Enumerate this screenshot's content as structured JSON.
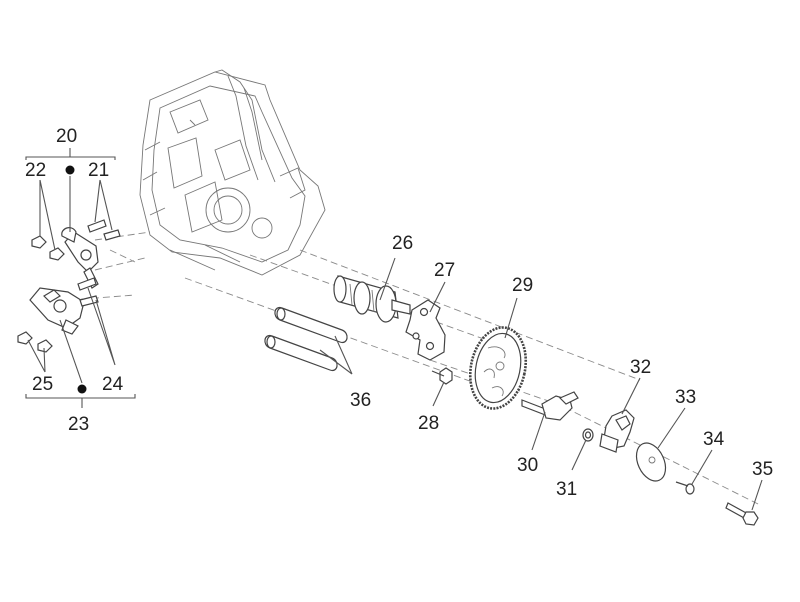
{
  "diagram": {
    "callouts": {
      "p20": "20",
      "p21": "21",
      "p22": "22",
      "p23": "23",
      "p24": "24",
      "p25": "25",
      "p26": "26",
      "p27": "27",
      "p28": "28",
      "p29": "29",
      "p30": "30",
      "p31": "31",
      "p32": "32",
      "p33": "33",
      "p34": "34",
      "p35": "35",
      "p36": "36"
    },
    "colors": {
      "line": "#555555",
      "text": "#222222",
      "background": "#ffffff"
    }
  }
}
